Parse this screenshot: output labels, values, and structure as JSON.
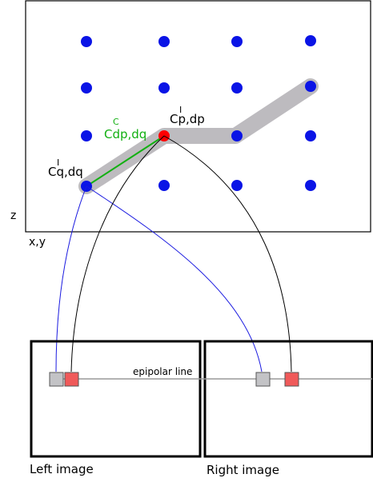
{
  "labels": {
    "cp_sup": "I",
    "cp_main": "Cp,dp",
    "cq_sup": "I",
    "cq_main": "Cq,dq",
    "cdp_sup": "C",
    "cdp_main": "Cdp,dq",
    "z_axis": "z",
    "xy_axis": "x,y",
    "epipolar": "epipolar line",
    "left_image": "Left image",
    "right_image": "Right image"
  },
  "colors": {
    "dot": "#0a14e6",
    "highlight_point": "#ff0000",
    "path": "#bdbbbf",
    "green": "#12b012",
    "blue_line": "#1a1ae0",
    "black_line": "#000000",
    "patch_gray": "#c3c3c6",
    "patch_red": "#f05a5a"
  },
  "grid": {
    "columns": 4,
    "rows": 4,
    "description_hidden": true
  }
}
